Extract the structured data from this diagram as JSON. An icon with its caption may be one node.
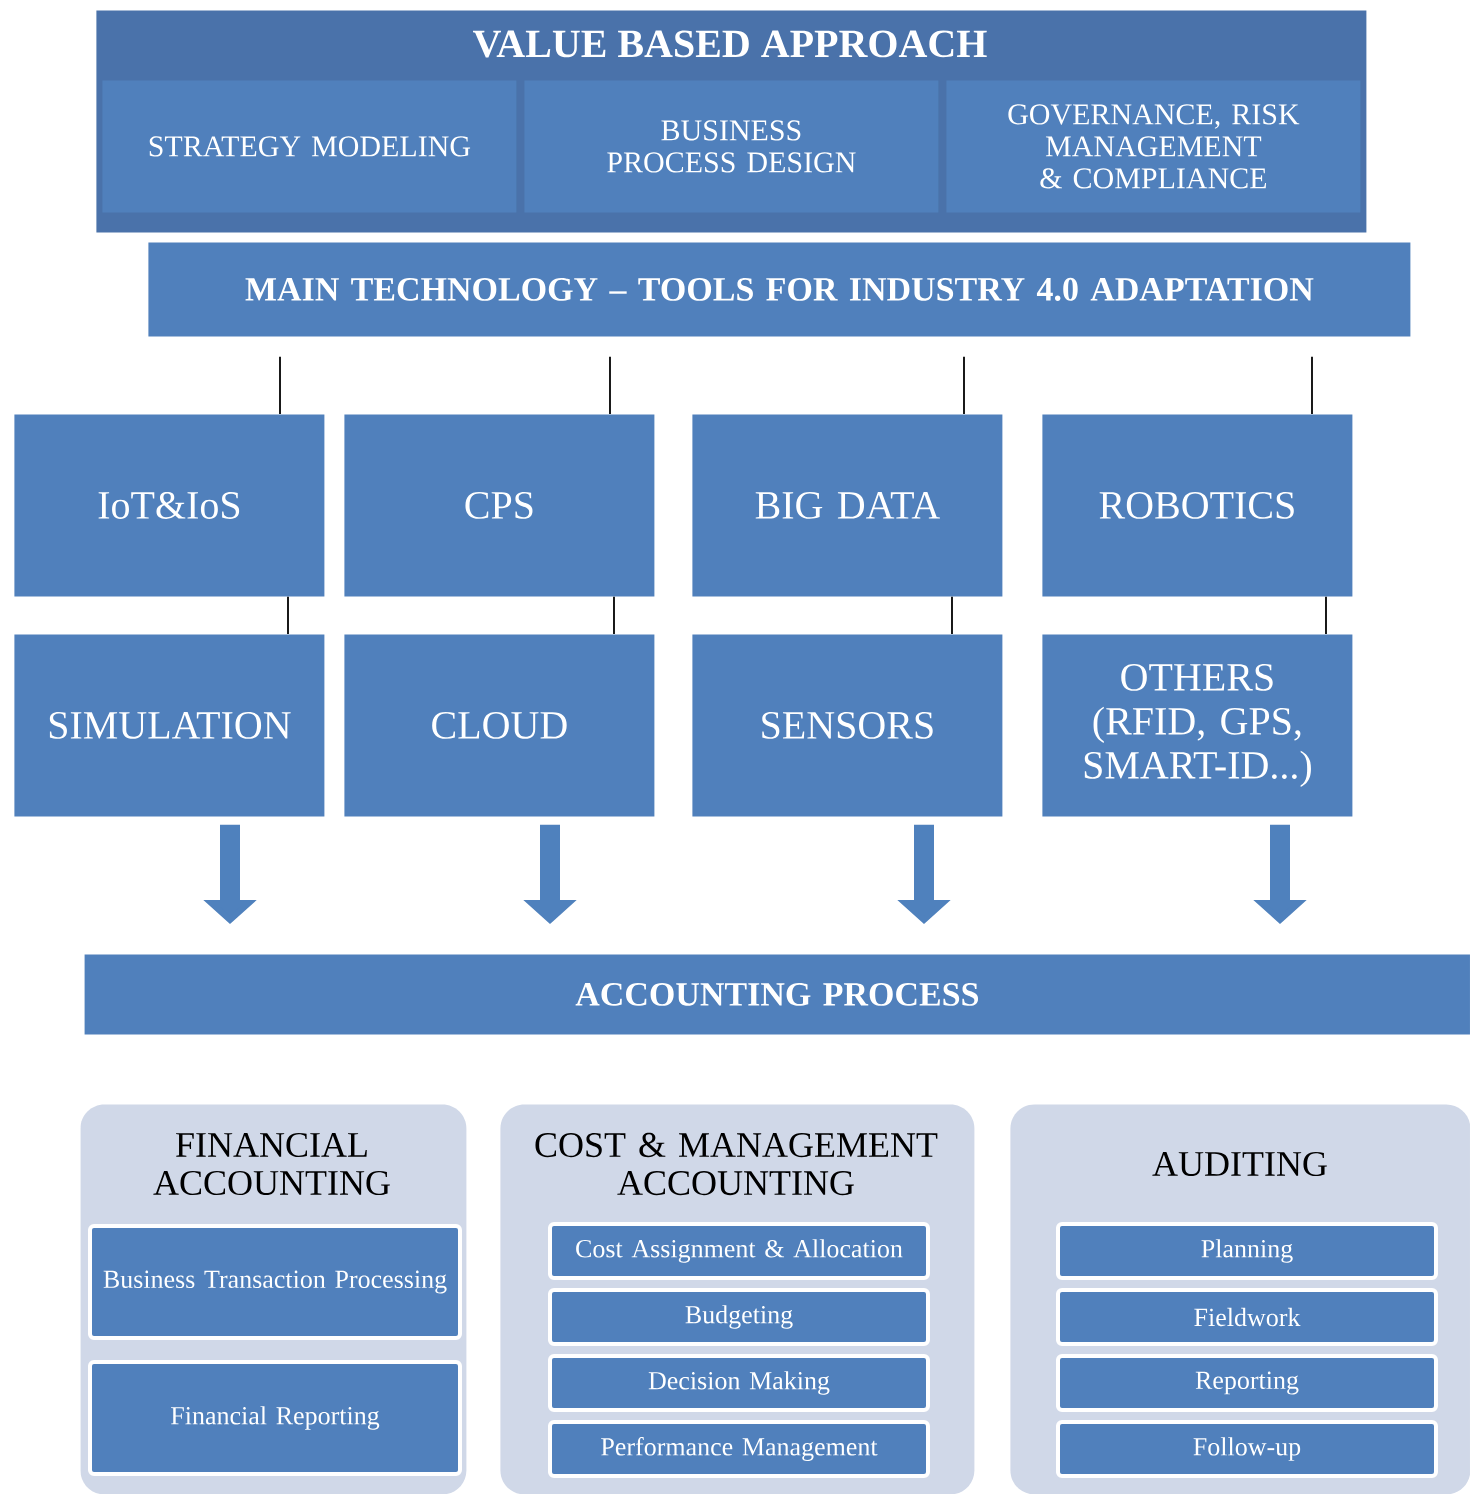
{
  "diagram": {
    "nodes": [
      {
        "text": [
          "VALUE BASED APPROACH"
        ]
      },
      {
        "text": [
          "STRATEGY MODELING"
        ],
        "in": 0
      },
      {
        "text": [
          "BUSINESS PROCESS DESIGN"
        ],
        "in": 0
      },
      {
        "text": [
          "GOVERNANCE, RISK MANAGEMENT & COMPLIANCE"
        ],
        "in": 0
      },
      {
        "text": [
          "MAIN TECHNOLOGY – TOOLS FOR INDUSTRY 4.0 ADAPTATION"
        ]
      },
      {
        "text": [
          "IoT&IoS"
        ]
      },
      {
        "text": [
          "CPS"
        ]
      },
      {
        "text": [
          "BIG DATA"
        ]
      },
      {
        "text": [
          "ROBOTICS"
        ]
      },
      {
        "text": [
          "SIMULATION"
        ]
      },
      {
        "text": [
          "CLOUD"
        ]
      },
      {
        "text": [
          "SENSORS"
        ]
      },
      {
        "text": [
          "OTHERS (RFID, GPS, SMART-ID...)"
        ]
      },
      {
        "text": [
          "ACCOUNTING PROCESS"
        ]
      },
      {
        "text": [
          "FINANCIAL ACCOUNTING"
        ]
      },
      {
        "text": [
          "Business Transaction Processing"
        ],
        "in": 14
      },
      {
        "text": [
          "Financial Reporting"
        ],
        "in": 14
      },
      {
        "text": [
          "COST & MANAGEMENT ACCOUNTING"
        ]
      },
      {
        "text": [
          "Cost Assignment & Allocation"
        ],
        "in": 17
      },
      {
        "text": [
          "Budgeting"
        ],
        "in": 17
      },
      {
        "text": [
          "Decision Making"
        ],
        "in": 17
      },
      {
        "text": [
          "Performance Management"
        ],
        "in": 17
      },
      {
        "text": [
          "AUDITING"
        ]
      },
      {
        "text": [
          "Planning"
        ],
        "in": 22
      },
      {
        "text": [
          "Fieldwork"
        ],
        "in": 22
      },
      {
        "text": [
          "Reporting"
        ],
        "in": 22
      },
      {
        "text": [
          "Follow-up"
        ],
        "in": 22
      }
    ],
    "edges": [
      {
        "from": 4,
        "to": 5,
        "arrow": "none"
      },
      {
        "from": 4,
        "to": 6,
        "arrow": "none"
      },
      {
        "from": 4,
        "to": 7,
        "arrow": "none"
      },
      {
        "from": 4,
        "to": 8,
        "arrow": "none"
      },
      {
        "from": 5,
        "to": 9,
        "arrow": "none"
      },
      {
        "from": 6,
        "to": 10,
        "arrow": "none"
      },
      {
        "from": 7,
        "to": 11,
        "arrow": "none"
      },
      {
        "from": 8,
        "to": 12,
        "arrow": "none"
      },
      {
        "from": 9,
        "to": 13,
        "arrow": "to",
        "style": "thick",
        "color": "#4f81bd"
      },
      {
        "from": 10,
        "to": 13,
        "arrow": "to",
        "style": "thick",
        "color": "#4f81bd"
      },
      {
        "from": 11,
        "to": 13,
        "arrow": "to",
        "style": "thick",
        "color": "#4f81bd"
      },
      {
        "from": 12,
        "to": 13,
        "arrow": "to",
        "style": "thick",
        "color": "#4f81bd"
      }
    ]
  }
}
